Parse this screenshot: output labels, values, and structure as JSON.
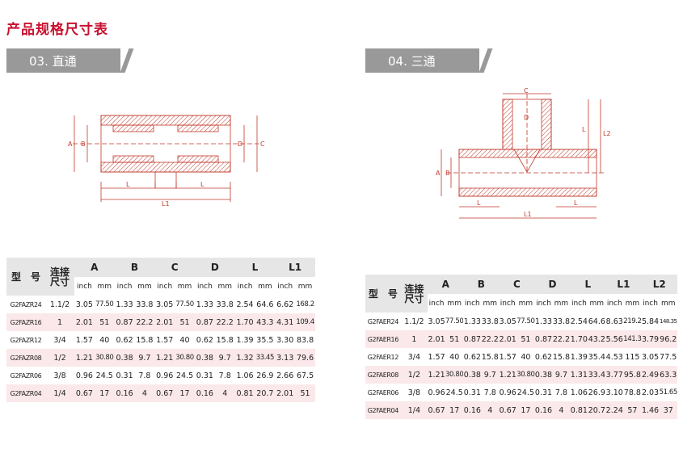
{
  "page": {
    "title": "产品规格尺寸表"
  },
  "sections": [
    {
      "label": "03. 直通"
    },
    {
      "label": "04. 三通"
    }
  ],
  "drawings": {
    "straight": {
      "A": "A",
      "B": "B",
      "C": "C",
      "D": "D",
      "L": "L",
      "L1": "L1"
    },
    "tee": {
      "A": "A",
      "B": "B",
      "C": "C",
      "D": "D",
      "L": "L",
      "L1": "L1",
      "L2": "L2"
    }
  },
  "table_left": {
    "model_header": "型　号",
    "conn_header": "连接\n尺寸",
    "groups": [
      "A",
      "B",
      "C",
      "D",
      "L",
      "L1"
    ],
    "units": [
      "inch",
      "mm"
    ],
    "rows": [
      {
        "model": "G2FAZR24",
        "size": "1.1/2",
        "vals": [
          "3.05",
          "77.50",
          "1.33",
          "33.8",
          "3.05",
          "77.50",
          "1.33",
          "33.8",
          "2.54",
          "64.6",
          "6.62",
          "168.2"
        ]
      },
      {
        "model": "G2FAZR16",
        "size": "1",
        "vals": [
          "2.01",
          "51",
          "0.87",
          "22.2",
          "2.01",
          "51",
          "0.87",
          "22.2",
          "1.70",
          "43.3",
          "4.31",
          "109.4"
        ]
      },
      {
        "model": "G2FAZR12",
        "size": "3/4",
        "vals": [
          "1.57",
          "40",
          "0.62",
          "15.8",
          "1.57",
          "40",
          "0.62",
          "15.8",
          "1.39",
          "35.5",
          "3.30",
          "83.8"
        ]
      },
      {
        "model": "G2FAZR08",
        "size": "1/2",
        "vals": [
          "1.21",
          "30.80",
          "0.38",
          "9.7",
          "1.21",
          "30.80",
          "0.38",
          "9.7",
          "1.32",
          "33.45",
          "3.13",
          "79.6"
        ]
      },
      {
        "model": "G2FAZR06",
        "size": "3/8",
        "vals": [
          "0.96",
          "24.5",
          "0.31",
          "7.8",
          "0.96",
          "24.5",
          "0.31",
          "7.8",
          "1.06",
          "26.9",
          "2.66",
          "67.5"
        ]
      },
      {
        "model": "G2FAZR04",
        "size": "1/4",
        "vals": [
          "0.67",
          "17",
          "0.16",
          "4",
          "0.67",
          "17",
          "0.16",
          "4",
          "0.81",
          "20.7",
          "2.01",
          "51"
        ]
      }
    ]
  },
  "table_right": {
    "model_header": "型　号",
    "conn_header": "连接\n尺寸",
    "groups": [
      "A",
      "B",
      "C",
      "D",
      "L",
      "L1",
      "L2"
    ],
    "units": [
      "inch",
      "mm"
    ],
    "rows": [
      {
        "model": "G2FAER24",
        "size": "1.1/2",
        "vals": [
          "3.05",
          "77.50",
          "1.33",
          "33.8",
          "3.05",
          "77.50",
          "1.33",
          "33.8",
          "2.54",
          "64.6",
          "8.63",
          "219.2",
          "5.84",
          "148.35"
        ]
      },
      {
        "model": "G2FAER16",
        "size": "1",
        "vals": [
          "2.01",
          "51",
          "0.87",
          "22.2",
          "2.01",
          "51",
          "0.87",
          "22.2",
          "1.70",
          "43.2",
          "5.56",
          "141.3",
          "3.79",
          "96.2"
        ]
      },
      {
        "model": "G2FAER12",
        "size": "3/4",
        "vals": [
          "1.57",
          "40",
          "0.62",
          "15.8",
          "1.57",
          "40",
          "0.62",
          "15.8",
          "1.39",
          "35.4",
          "4.53",
          "115",
          "3.05",
          "77.5"
        ]
      },
      {
        "model": "G2FAER08",
        "size": "1/2",
        "vals": [
          "1.21",
          "30.80",
          "0.38",
          "9.7",
          "1.21",
          "30.80",
          "0.38",
          "9.7",
          "1.31",
          "33.4",
          "3.77",
          "95.8",
          "2.49",
          "63.3"
        ]
      },
      {
        "model": "G2FAER06",
        "size": "3/8",
        "vals": [
          "0.96",
          "24.5",
          "0.31",
          "7.8",
          "0.96",
          "24.5",
          "0.31",
          "7.8",
          "1.06",
          "26.9",
          "3.10",
          "78.8",
          "2.03",
          "51.65"
        ]
      },
      {
        "model": "G2FAER04",
        "size": "1/4",
        "vals": [
          "0.67",
          "17",
          "0.16",
          "4",
          "0.67",
          "17",
          "0.16",
          "4",
          "0.81",
          "20.7",
          "2.24",
          "57",
          "1.46",
          "37"
        ]
      }
    ]
  }
}
